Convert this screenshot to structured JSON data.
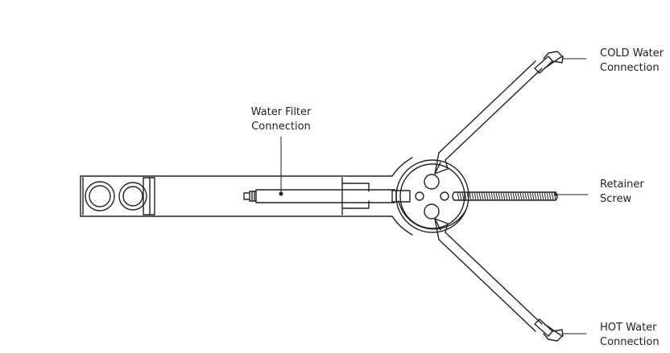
{
  "labels": {
    "cold_water": {
      "line1": "COLD Water",
      "line2": "Connection"
    },
    "water_filter": {
      "line1": "Water Filter",
      "line2": "Connection"
    },
    "retainer_screw": {
      "line1": "Retainer",
      "line2": "Screw"
    },
    "hot_water": {
      "line1": "HOT Water",
      "line2": "Connection"
    }
  },
  "colors": {
    "stroke": "#222222",
    "text": "#222222",
    "background": "#ffffff"
  }
}
